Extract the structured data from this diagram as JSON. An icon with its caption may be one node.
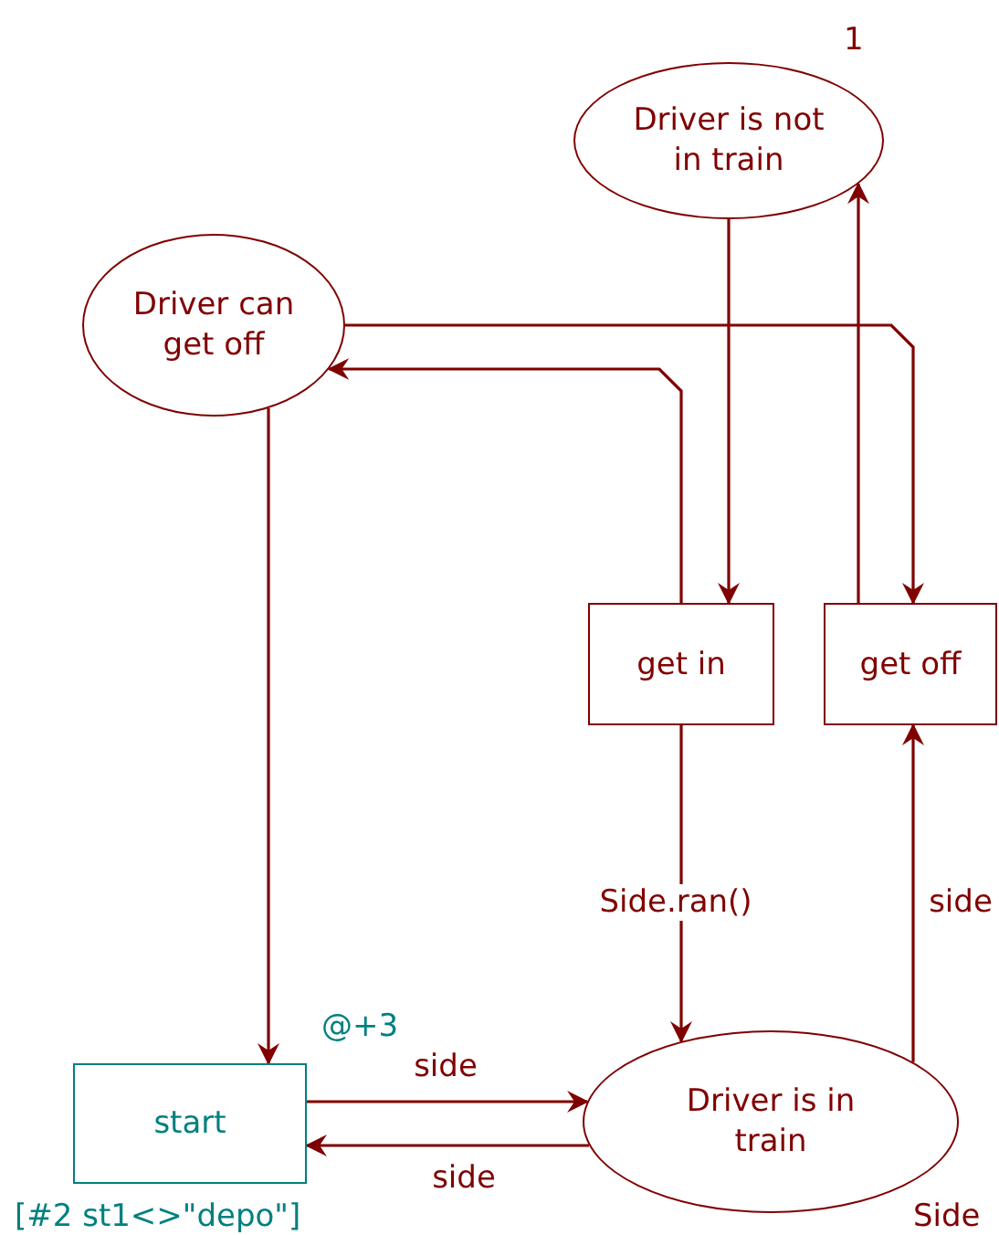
{
  "diagram": {
    "nodes": [
      {
        "text": [
          "Driver is not in train"
        ],
        "beside": [
          "1"
        ]
      },
      {
        "text": [
          "Driver can get off"
        ]
      },
      {
        "text": [
          "get in"
        ]
      },
      {
        "text": [
          "get off"
        ]
      },
      {
        "text": [
          "start"
        ],
        "beside": [
          "@+3",
          "[#2 st1<>\"depo\"]"
        ]
      },
      {
        "text": [
          "Driver is in train"
        ],
        "beside": [
          "Side"
        ]
      }
    ],
    "edges": [
      {
        "from": 0,
        "to": 2,
        "arrow": "to"
      },
      {
        "from": 3,
        "to": 0,
        "arrow": "to"
      },
      {
        "from": 1,
        "to": 3,
        "arrow": "to"
      },
      {
        "from": 2,
        "to": 1,
        "arrow": "to"
      },
      {
        "from": 1,
        "to": 4,
        "arrow": "to"
      },
      {
        "from": 2,
        "to": 5,
        "arrow": "to",
        "label": "Side.ran()"
      },
      {
        "from": 5,
        "to": 3,
        "arrow": "to",
        "label": "side"
      },
      {
        "from": 4,
        "to": 5,
        "arrow": "to",
        "label": "side"
      },
      {
        "from": 5,
        "to": 4,
        "arrow": "to",
        "label": "side"
      }
    ]
  }
}
